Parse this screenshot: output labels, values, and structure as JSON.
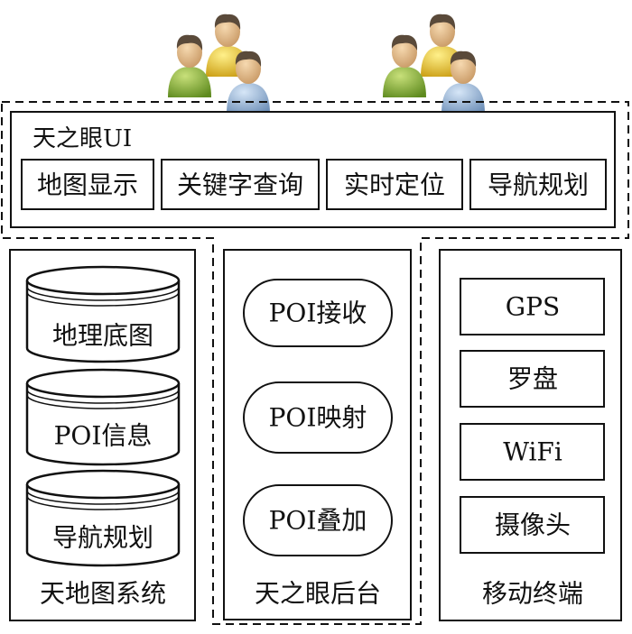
{
  "ui_panel": {
    "title": "天之眼UI",
    "buttons": [
      "地图显示",
      "关键字查询",
      "实时定位",
      "导航规划"
    ]
  },
  "map_system": {
    "title": "天地图系统",
    "databases": [
      "地理底图",
      "POI信息",
      "导航规划"
    ]
  },
  "backend": {
    "title": "天之眼后台",
    "processes": [
      "POI接收",
      "POI映射",
      "POI叠加"
    ]
  },
  "mobile": {
    "title": "移动终端",
    "components": [
      "GPS",
      "罗盘",
      "WiFi",
      "摄像头"
    ]
  },
  "icons": {
    "user_groups": [
      "user-group-icon",
      "user-group-icon"
    ],
    "person_colors": [
      "#9bc04a",
      "#e6c42e",
      "#8fb3d9"
    ]
  }
}
